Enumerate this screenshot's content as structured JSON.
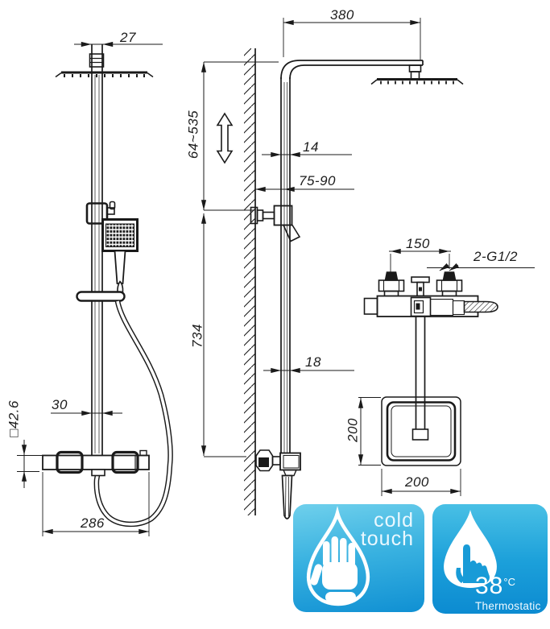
{
  "drawing": {
    "dimensions": {
      "head_width_front": "27",
      "arm_length": "380",
      "adjustable_height": "64~535",
      "pipe_upper": "14",
      "wall_to_pipe": "75-90",
      "inlet_spacing": "150",
      "thread_spec": "2-G1/2",
      "riser_height": "734",
      "pipe_lower": "18",
      "pipe_front": "30",
      "valve_body_square": "□42.6",
      "valve_width": "286",
      "head_depth": "200",
      "head_width": "200"
    }
  },
  "badges": {
    "cold_touch": {
      "line1": "cold",
      "line2": "touch"
    },
    "thermostatic": {
      "value": "38",
      "unit": "°C",
      "label": "Thermostatic"
    }
  },
  "colors": {
    "line": "#1a1a1a",
    "badge_top": "#5fcaea",
    "badge_bottom": "#0f90d3"
  }
}
